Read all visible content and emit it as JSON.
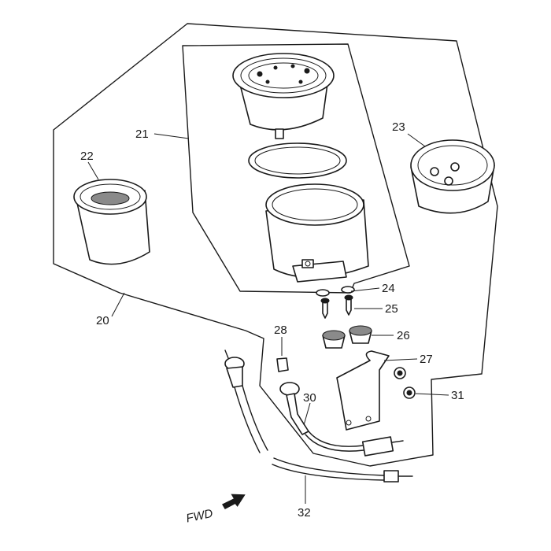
{
  "labels": {
    "p20": "20",
    "p21": "21",
    "p22": "22",
    "p23": "23",
    "p24": "24",
    "p25": "25",
    "p26": "26",
    "p27": "27",
    "p28": "28",
    "p30": "30",
    "p31": "31",
    "p32": "32"
  },
  "direction_label": "FWD"
}
